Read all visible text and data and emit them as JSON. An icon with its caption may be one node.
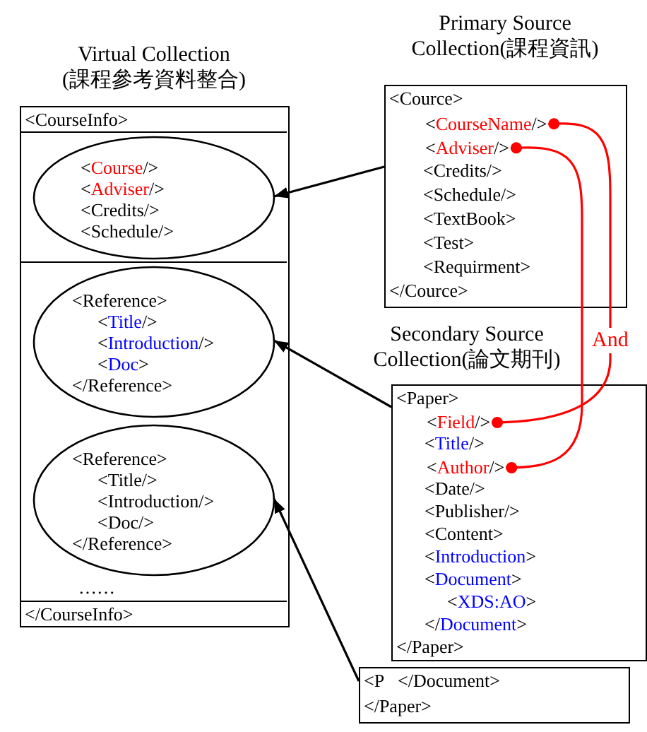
{
  "diagram": {
    "nodes": [
      {
        "text": [
          "Virtual Collection (課程參考資料整合)",
          "<CourseInfo>",
          "……",
          "</CourseInfo>"
        ]
      },
      {
        "text": [
          "<Course/>",
          "<Adviser/>",
          "<Credits/>",
          "<Schedule/>"
        ],
        "in": 0
      },
      {
        "text": [
          "<Reference>",
          "<Title/>",
          "<Introduction/>",
          "<Doc>",
          "</Reference>"
        ],
        "in": 0
      },
      {
        "text": [
          "<Reference>",
          "<Title/>",
          "<Introduction/>",
          "<Doc/>",
          "</Reference>"
        ],
        "in": 0
      },
      {
        "text": [
          "Primary Source Collection(課程資訊)",
          "<Cource>",
          "<Credits/>",
          "<Schedule/>",
          "<TextBook>",
          "<Test>",
          "<Requirment>",
          "</Cource>"
        ]
      },
      {
        "text": [
          "<CourseName/>"
        ],
        "in": 4
      },
      {
        "text": [
          "<Adviser/>"
        ],
        "in": 4
      },
      {
        "text": [
          "<P",
          "</Document>",
          "</Paper>"
        ]
      },
      {
        "text": [
          "Secondary Source Collection(論文期刊)",
          "<Paper>",
          "<Title/>",
          "<Date/>",
          "<Publisher/>",
          "<Content>",
          "<Introduction>",
          "<Document>",
          "<XDS:AO>",
          "</Document>",
          "</Paper>"
        ]
      },
      {
        "text": [
          "<Field/>"
        ],
        "in": 8
      },
      {
        "text": [
          "<Author/>"
        ],
        "in": 8
      }
    ],
    "edges": [
      {
        "from": 4,
        "to": 1,
        "arrow": "to"
      },
      {
        "from": 8,
        "to": 2,
        "arrow": "to"
      },
      {
        "from": 7,
        "to": 3,
        "arrow": "to"
      },
      {
        "from": 5,
        "to": 9,
        "arrow": "other",
        "color": "#ff0000",
        "label": "And"
      },
      {
        "from": 6,
        "to": 10,
        "arrow": "other",
        "color": "#ff0000"
      }
    ]
  }
}
